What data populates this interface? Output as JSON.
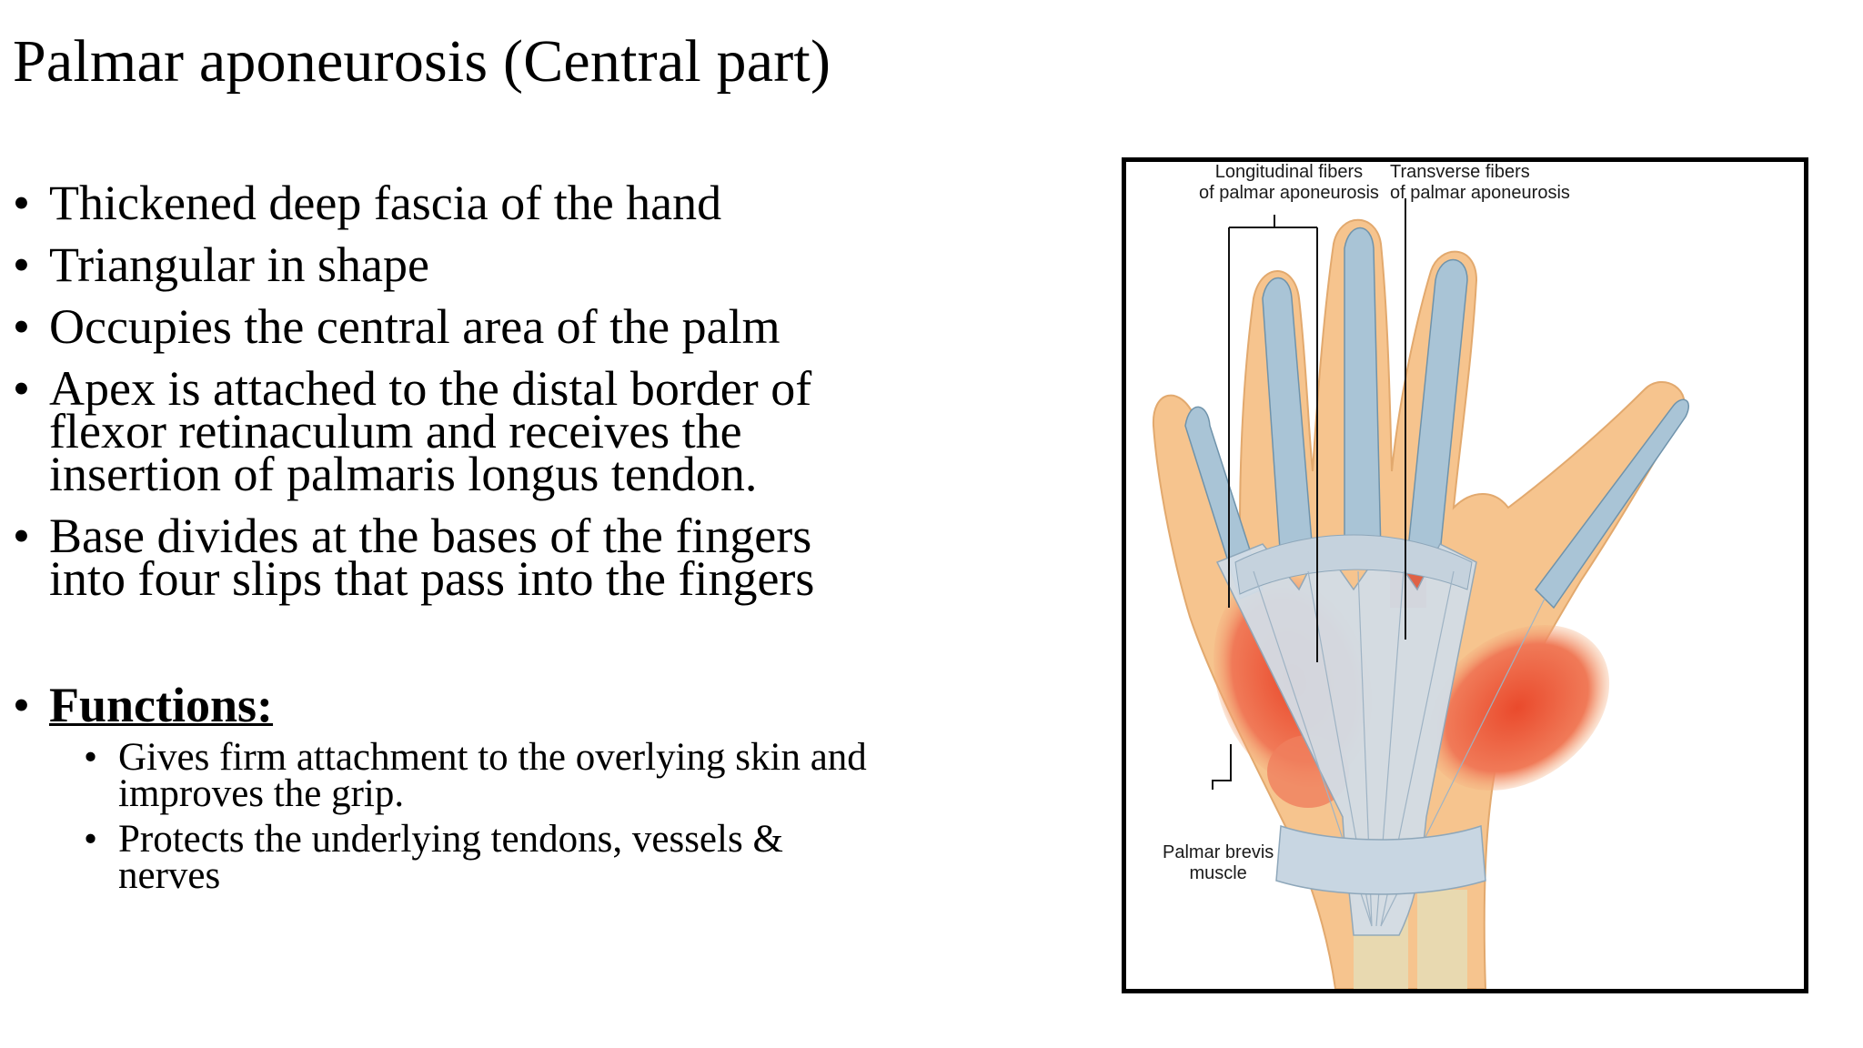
{
  "slide": {
    "title": "Palmar aponeurosis (Central part)",
    "bullets": [
      "Thickened deep fascia of the hand",
      "Triangular in shape",
      "Occupies the central area of the palm",
      "Apex is attached to the distal border of flexor retinaculum and receives the insertion of palmaris longus tendon.",
      "Base divides at the bases of the fingers into four slips that pass into the fingers"
    ],
    "functions": {
      "label": "Functions:",
      "items": [
        "Gives firm attachment to the overlying skin and improves the grip.",
        "Protects the underlying tendons, vessels & nerves"
      ]
    },
    "bullet_glyph": "•"
  },
  "figure": {
    "labels": {
      "longitudinal_line1": "Longitudinal fibers",
      "longitudinal_line2": "of palmar aponeurosis",
      "transverse_line1": "Transverse fibers",
      "transverse_line2": "of palmar aponeurosis",
      "brevis_line1": "Palmar brevis",
      "brevis_line2": "muscle"
    },
    "colors": {
      "skin": "#f6c48e",
      "tendon": "#a9c4d6",
      "aponeurosis": "#d3dde6",
      "muscle": "#ec5a3a",
      "bone": "#e8d9b0"
    }
  }
}
